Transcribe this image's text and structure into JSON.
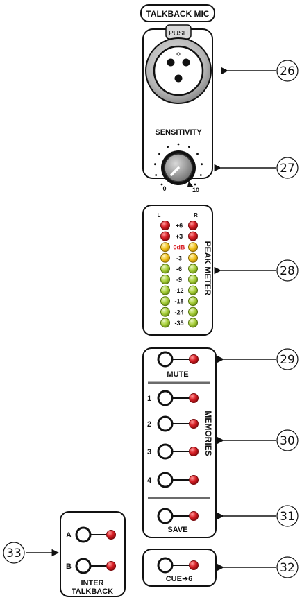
{
  "talkback_mic": {
    "title": "TALKBACK MIC",
    "push_label": "PUSH",
    "sensitivity_label": "SENSITIVITY",
    "knob_min": "0",
    "knob_max": "10"
  },
  "peak_meter": {
    "title": "PEAK METER",
    "left_label": "L",
    "right_label": "R",
    "levels": [
      {
        "label": "+6",
        "color": "#d81f26"
      },
      {
        "label": "+3",
        "color": "#d81f26"
      },
      {
        "label": "0dB",
        "color": "#f2c21b",
        "label_color": "#d81f26"
      },
      {
        "label": "-3",
        "color": "#f2c21b"
      },
      {
        "label": "-6",
        "color": "#a8d03a"
      },
      {
        "label": "-9",
        "color": "#a8d03a"
      },
      {
        "label": "-12",
        "color": "#a8d03a"
      },
      {
        "label": "-18",
        "color": "#a8d03a"
      },
      {
        "label": "-24",
        "color": "#a8d03a"
      },
      {
        "label": "-35",
        "color": "#a8d03a"
      }
    ]
  },
  "memories_panel": {
    "mute_label": "MUTE",
    "memories_title": "MEMORIES",
    "memory_numbers": [
      "1",
      "2",
      "3",
      "4"
    ],
    "save_label": "SAVE"
  },
  "cue_panel": {
    "label": "CUE➜6"
  },
  "inter_talkback": {
    "a_label": "A",
    "b_label": "B",
    "title_line1": "INTER",
    "title_line2": "TALKBACK"
  },
  "callouts": [
    "26",
    "27",
    "28",
    "29",
    "30",
    "31",
    "32",
    "33"
  ],
  "colors": {
    "led_red": "#d81f26",
    "led_yellow": "#f2c21b",
    "led_green": "#a8d03a",
    "outline": "#111111"
  }
}
